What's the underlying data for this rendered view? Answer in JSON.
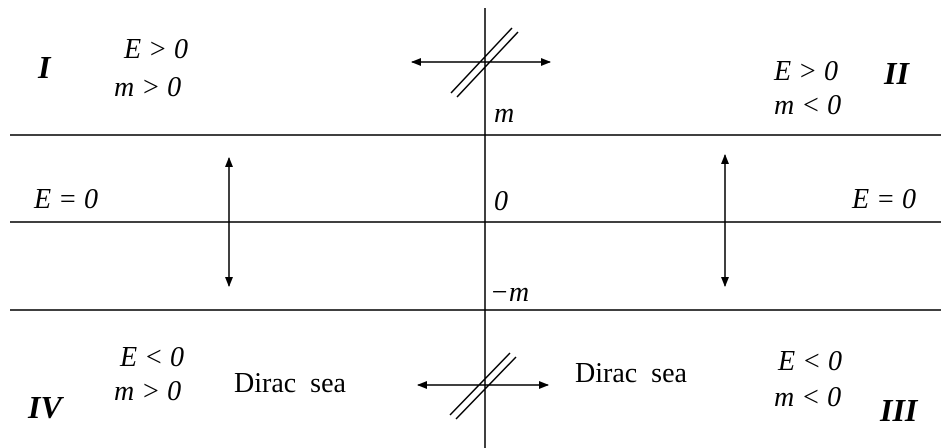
{
  "regions": {
    "I": {
      "label": "I",
      "cond_e": "E > 0",
      "cond_m": "m > 0"
    },
    "II": {
      "label": "II",
      "cond_e": "E > 0",
      "cond_m": "m < 0"
    },
    "III": {
      "label": "III",
      "cond_e": "E < 0",
      "cond_m": "m < 0"
    },
    "IV": {
      "label": "IV",
      "cond_e": "E < 0",
      "cond_m": "m > 0"
    }
  },
  "levels": {
    "top": "m",
    "mid": "0",
    "bottom": "−m"
  },
  "zero_energy": {
    "left": "E = 0",
    "right": "E = 0"
  },
  "dirac_sea": {
    "left": "Dirac  sea",
    "right": "Dirac  sea"
  }
}
